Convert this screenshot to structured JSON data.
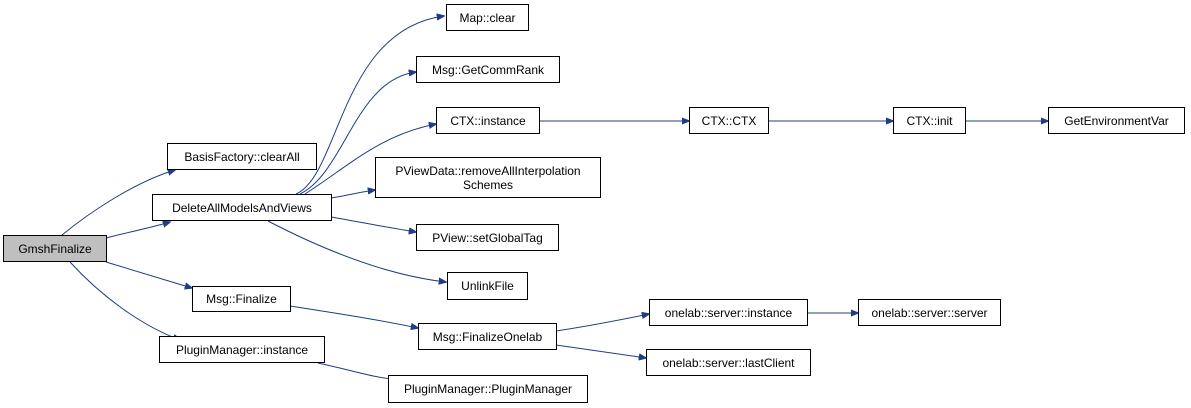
{
  "nodes": {
    "gmsh_finalize": "GmshFinalize",
    "basis_factory_clear_all": "BasisFactory::clearAll",
    "delete_all_models_and_views": "DeleteAllModelsAndViews",
    "msg_finalize": "Msg::Finalize",
    "plugin_manager_instance": "PluginManager::instance",
    "map_clear": "Map::clear",
    "msg_get_comm_rank": "Msg::GetCommRank",
    "ctx_instance": "CTX::instance",
    "pviewdata_remove": "PViewData::removeAllInterpolation\nSchemes",
    "pview_set_global_tag": "PView::setGlobalTag",
    "unlink_file": "UnlinkFile",
    "msg_finalize_onelab": "Msg::FinalizeOnelab",
    "plugin_manager_ctor": "PluginManager::PluginManager",
    "ctx_ctor": "CTX::CTX",
    "ctx_init": "CTX::init",
    "get_environment_var": "GetEnvironmentVar",
    "onelab_server_instance": "onelab::server::instance",
    "onelab_server_last_client": "onelab::server::lastClient",
    "onelab_server_server": "onelab::server::server"
  },
  "colors": {
    "edge": "#1f3c87",
    "root_fill": "#bfbfbf",
    "node_fill": "#ffffff",
    "border": "#000000"
  }
}
